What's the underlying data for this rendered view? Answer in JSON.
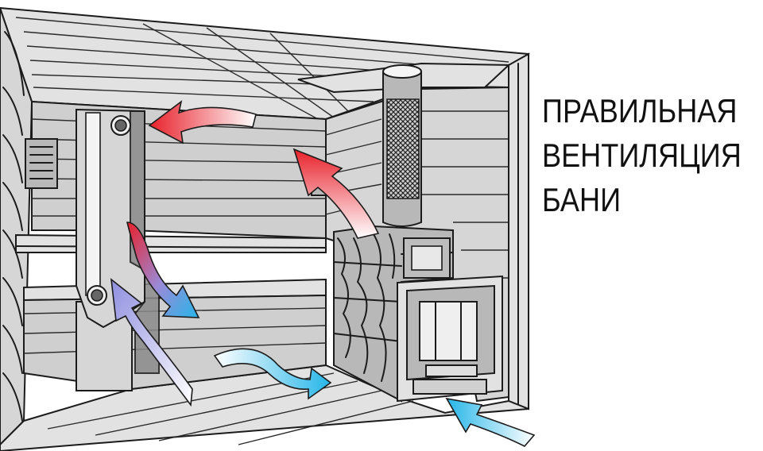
{
  "caption": {
    "line1": "ПРАВИЛЬНАЯ",
    "line2": "ВЕНТИЛЯЦИЯ",
    "line3": "БАНИ"
  },
  "colors": {
    "hot_air": "#e8202a",
    "mixed_air": "#8f8fe0",
    "fresh_air": "#26b6e8",
    "wall": "#d6d6d6",
    "outline": "#1b1b1b"
  },
  "icons": {
    "hot_air_arrow": "red-arrow",
    "cool_air_arrow": "blue-arrow",
    "return_air_arrow": "lilac-arrow"
  }
}
